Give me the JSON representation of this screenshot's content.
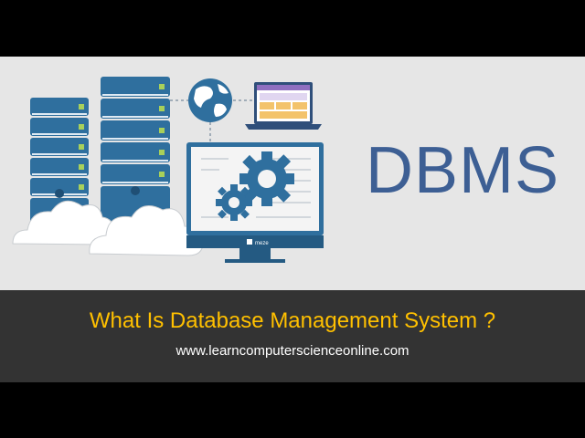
{
  "heading": "DBMS",
  "title": "What Is Database Management System ?",
  "website": "www.learncomputerscienceonline.com",
  "monitor_brand": "meze",
  "colors": {
    "accent_blue": "#3d5f94",
    "title_yellow": "#ffc000",
    "server_blue": "#2f6f9e",
    "background_gray": "#e6e6e6",
    "bottom_bar": "#333333"
  },
  "icons": [
    "server-icon",
    "globe-icon",
    "laptop-icon",
    "monitor-icon",
    "gear-icon",
    "cloud-icon"
  ]
}
